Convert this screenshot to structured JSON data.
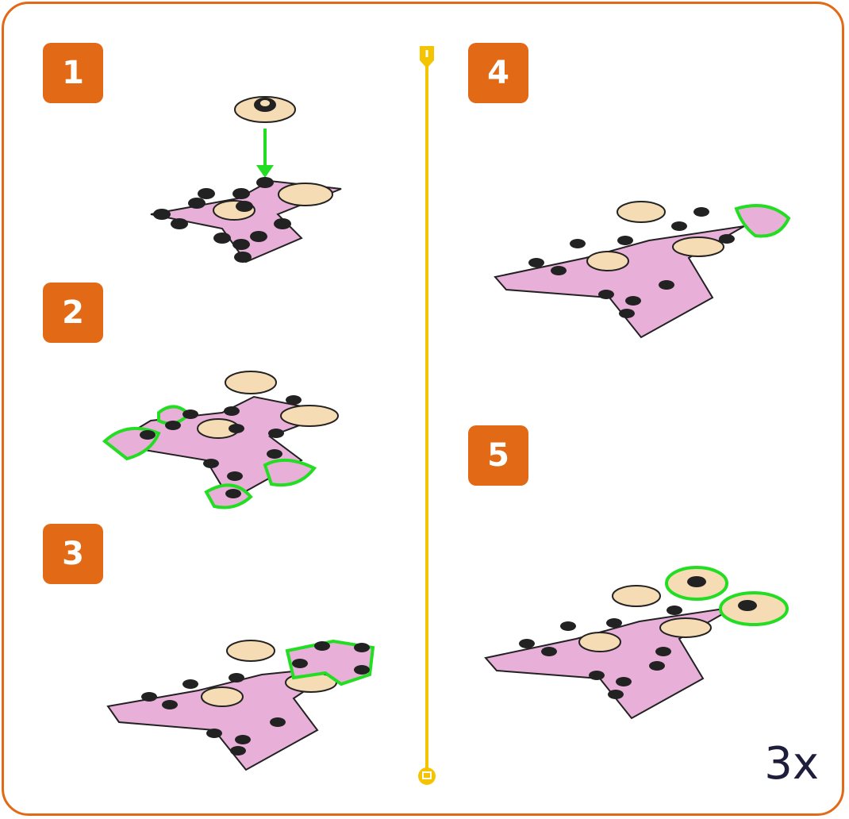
{
  "steps": [
    {
      "number": "1"
    },
    {
      "number": "2"
    },
    {
      "number": "3"
    },
    {
      "number": "4"
    },
    {
      "number": "5"
    }
  ],
  "multiplier": "3x",
  "colors": {
    "frame": "#e26a16",
    "badge": "#e26a16",
    "divider": "#f5c400",
    "highlight": "#22dd22",
    "pink_part": "#e8b0d8",
    "tan_part": "#f5dcb4",
    "stud": "#1a1a1a"
  }
}
